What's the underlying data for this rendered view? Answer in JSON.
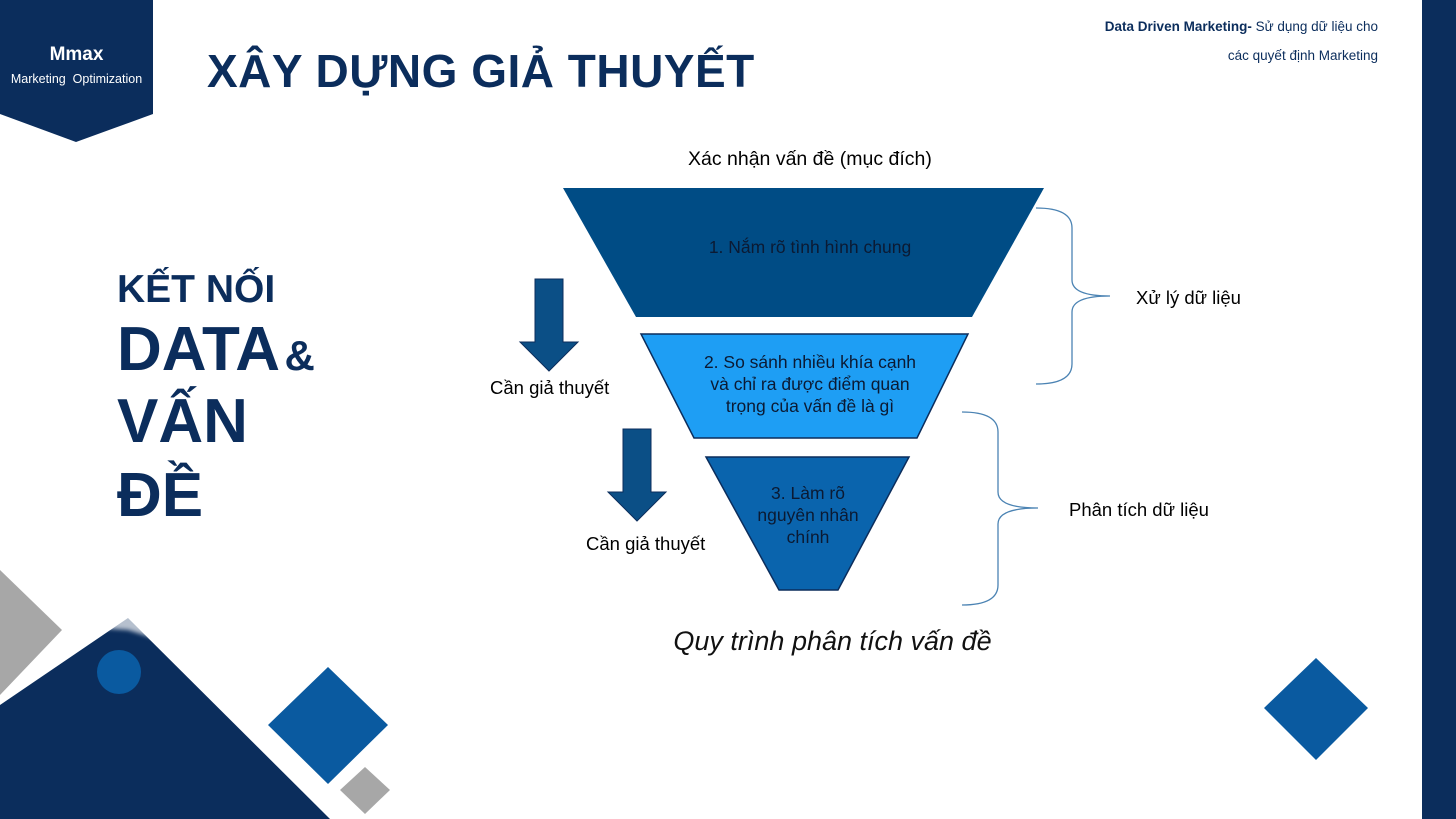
{
  "brand": {
    "name": "Mmax",
    "subtitle": "Marketing  Optimization"
  },
  "header": {
    "title": "XÂY DỰNG GIẢ THUYẾT",
    "tagline_bold": "Data Driven Marketing-",
    "tagline_line1_rest": " Sử dụng dữ liệu cho",
    "tagline_line2": "các quyết định Marketing"
  },
  "side_heading": {
    "line1": "KẾT NỐI",
    "line2_big": "DATA",
    "line2_amp": "&",
    "line3": "VẤN",
    "line4": "ĐỀ"
  },
  "diagram": {
    "top_label": "Xác nhận vấn đề (mục đích)",
    "stages": [
      {
        "text": "1. Nắm rõ tình hình chung",
        "color": "#004c85"
      },
      {
        "text_lines": [
          "2. So sánh nhiều khía cạnh",
          "và chỉ ra được điểm quan",
          "trọng của vấn đề là gì"
        ],
        "color": "#1e9ef4"
      },
      {
        "text_lines": [
          "3. Làm rõ",
          "nguyên nhân",
          "chính"
        ],
        "color": "#0a64ad"
      }
    ],
    "arrow_labels": [
      "Cần giả thuyết",
      "Cần giả thuyết"
    ],
    "bracket_labels": [
      "Xử lý dữ liệu",
      "Phân tích dữ liệu"
    ],
    "caption": "Quy trình phân tích vấn đề"
  },
  "colors": {
    "navy": "#0b2d5c",
    "funnel_top": "#004c85",
    "funnel_mid": "#1e9ef4",
    "funnel_bottom": "#0a64ad",
    "arrow": "#0b4f86",
    "bracket": "#4b83b3",
    "decor_gray": "#a7a7a7",
    "decor_blue": "#0a5aa0"
  }
}
